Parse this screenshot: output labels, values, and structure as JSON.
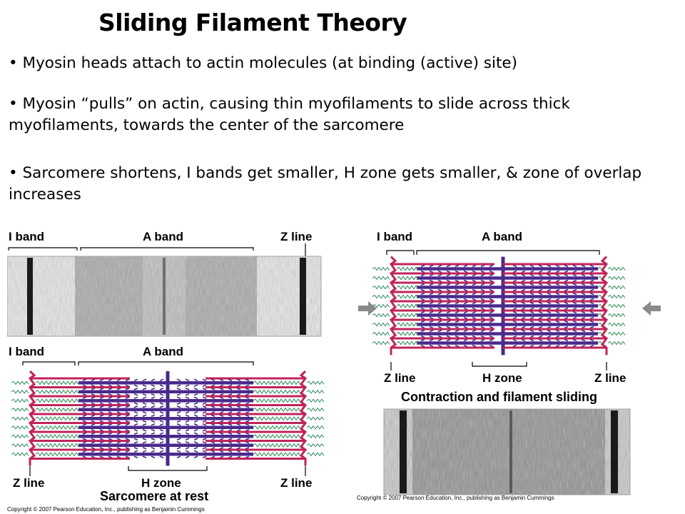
{
  "slide": {
    "title": "Sliding Filament Theory",
    "bullets": [
      "• Myosin heads attach to actin molecules (at binding (active) site)",
      "• Myosin “pulls” on actin, causing thin myofilaments to slide across thick myofilaments, towards the center of the sarcomere",
      "• Sarcomere shortens, I bands get smaller, H zone gets smaller, & zone of overlap increases"
    ]
  },
  "left_figure": {
    "micrograph_labels": {
      "i_band": "I band",
      "a_band": "A band",
      "z_line": "Z line"
    },
    "diagram_labels": {
      "i_band": "I band",
      "a_band": "A band",
      "z_line_left": "Z line",
      "h_zone": "H zone",
      "z_line_right": "Z line"
    },
    "caption": "Sarcomere at rest",
    "copyright": "Copyright © 2007 Pearson Education, Inc., publishing as Benjamin Cummings"
  },
  "right_figure": {
    "diagram_labels": {
      "i_band": "I band",
      "a_band": "A band",
      "z_line_left": "Z line",
      "h_zone": "H zone",
      "z_line_right": "Z line"
    },
    "caption": "Contraction and filament sliding",
    "copyright": "Copyright © 2007 Pearson Education, Inc., publishing as Benjamin Cummings"
  },
  "colors": {
    "thin_filament": "#c0245a",
    "thick_filament": "#4a2a8c",
    "z_disc": "#c0245a",
    "titin": "#2e8b57",
    "arrow": "#8a8a8a"
  }
}
